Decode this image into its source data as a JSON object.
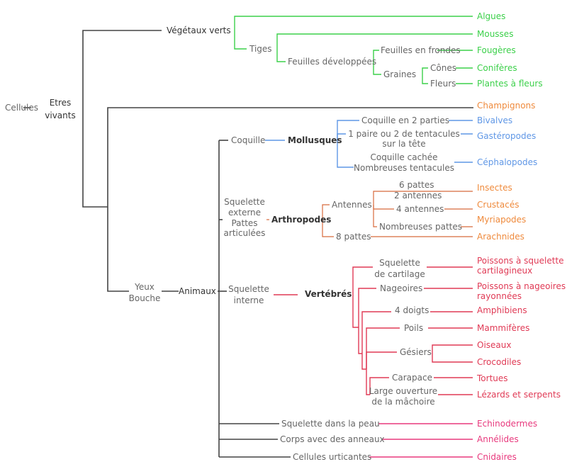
{
  "colors": {
    "root": "#444444",
    "plants": "#3cd04a",
    "fungi": "#ef8a3c",
    "mollusks": "#5f97e6",
    "arthropods": "#d86a3c",
    "vertebrates": "#e03a55",
    "others": "#e8397d"
  },
  "root": {
    "cellules": "Cellules",
    "etres_vivants_1": "Etres",
    "etres_vivants_2": "vivants"
  },
  "vegetaux": {
    "label": "Végétaux verts",
    "tiges": "Tiges",
    "feuilles_dev": "Feuilles développées",
    "feuilles_frondes": "Feuilles en frondes",
    "graines": "Graines",
    "cones": "Cônes",
    "fleurs": "Fleurs",
    "leaves": [
      "Algues",
      "Mousses",
      "Fougères",
      "Conifères",
      "Plantes à fleurs"
    ]
  },
  "champignons": "Champignons",
  "animaux": {
    "yeux": "Yeux",
    "bouche": "Bouche",
    "label": "Animaux",
    "coquille": "Coquille",
    "mollusques": "Mollusques",
    "moll_traits": {
      "coquille2": "Coquille en 2 parties",
      "tentacules_1": "1 paire ou 2  de tentacules",
      "tentacules_2": "sur la tête",
      "cachee_1": "Coquille cachée",
      "cachee_2": "Nombreuses tentacules"
    },
    "moll_leaves": [
      "Bivalves",
      "Gastéropodes",
      "Céphalopodes"
    ],
    "squelette_ext": [
      "Squelette",
      "externe",
      "Pattes",
      "articulées"
    ],
    "arthropodes": "Arthropodes",
    "arth_traits": {
      "antennes": "Antennes",
      "pattes6": "6 pattes",
      "antennes2": "2 antennes",
      "antennes4": "4 antennes",
      "nombreuses": "Nombreuses pattes",
      "pattes8": "8 pattes"
    },
    "arth_leaves": [
      "Insectes",
      "Crustacés",
      "Myriapodes",
      "Arachnides"
    ],
    "squelette_int": [
      "Squelette",
      "interne"
    ],
    "vertebres": "Vertébrés",
    "vert_traits": {
      "cartilage_1": "Squelette",
      "cartilage_2": "de cartilage",
      "nageoires": "Nageoires",
      "doigts": "4 doigts",
      "poils": "Poils",
      "gesiers": "Gésiers",
      "carapace": "Carapace",
      "machoire_1": "Large ouverture",
      "machoire_2": "de la mâchoire"
    },
    "vert_leaves": {
      "poissons_cart_1": "Poissons à squelette",
      "poissons_cart_2": "cartilagineux",
      "poissons_nag_1": "Poissons à nageoires",
      "poissons_nag_2": "rayonnées",
      "amphibiens": "Amphibiens",
      "mammiferes": "Mammifères",
      "oiseaux": "Oiseaux",
      "crocodiles": "Crocodiles",
      "tortues": "Tortues",
      "lezards": "Lézards et serpents"
    },
    "others": {
      "peau": "Squelette dans la peau",
      "anneaux": "Corps avec des anneaux",
      "urticantes": "Cellules urticantes"
    },
    "other_leaves": [
      "Echinodermes",
      "Annélides",
      "Cnidaires"
    ]
  }
}
